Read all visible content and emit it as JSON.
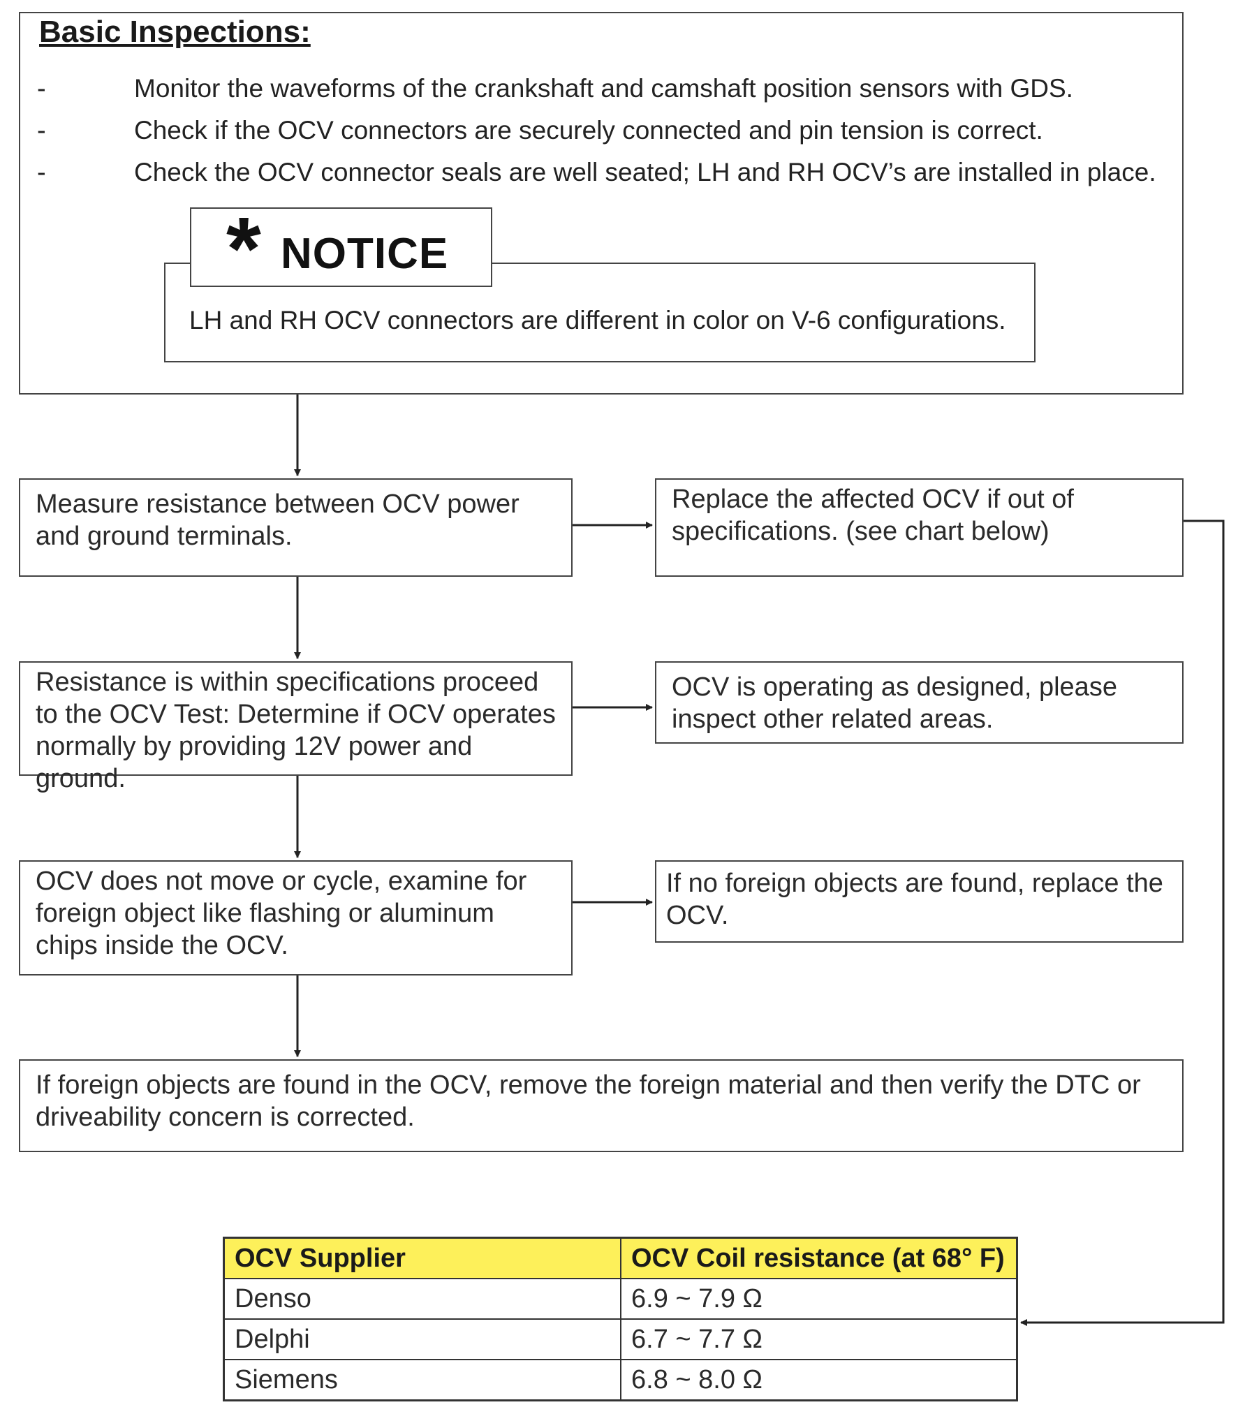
{
  "basic": {
    "title": "Basic Inspections:",
    "bullets": [
      {
        "dash": "-",
        "text": "Monitor the waveforms of the crankshaft and camshaft position sensors with GDS."
      },
      {
        "dash": "-",
        "text": "Check if the OCV connectors are securely connected and pin tension is correct."
      },
      {
        "dash": "-",
        "text": "Check the OCV connector seals are well seated; LH and RH OCV’s are installed in place."
      }
    ]
  },
  "notice": {
    "star": "*",
    "label": "NOTICE",
    "text": "LH and RH OCV connectors are different in color on V-6 configurations."
  },
  "steps": [
    "Measure resistance between OCV power and ground terminals.",
    "Resistance is within specifications proceed to the OCV Test: Determine if OCV operates normally by providing 12V power and ground.",
    "OCV does not move or cycle, examine for foreign object like flashing or aluminum chips inside the OCV.",
    "If foreign objects are found in the OCV, remove the foreign material and then verify the DTC or driveability concern is corrected."
  ],
  "outcomes": [
    "Replace the affected OCV if out of specifications. (see chart below)",
    "OCV is operating as designed, please inspect other related areas.",
    "If no foreign objects are found, replace the OCV."
  ],
  "table": {
    "headers": [
      "OCV Supplier",
      "OCV Coil resistance (at 68° F)"
    ],
    "rows": [
      [
        "Denso",
        "6.9 ~ 7.9 Ω"
      ],
      [
        "Delphi",
        "6.7 ~ 7.7 Ω"
      ],
      [
        "Siemens",
        "6.8 ~ 8.0 Ω"
      ]
    ],
    "header_color": "#fdf05a"
  }
}
